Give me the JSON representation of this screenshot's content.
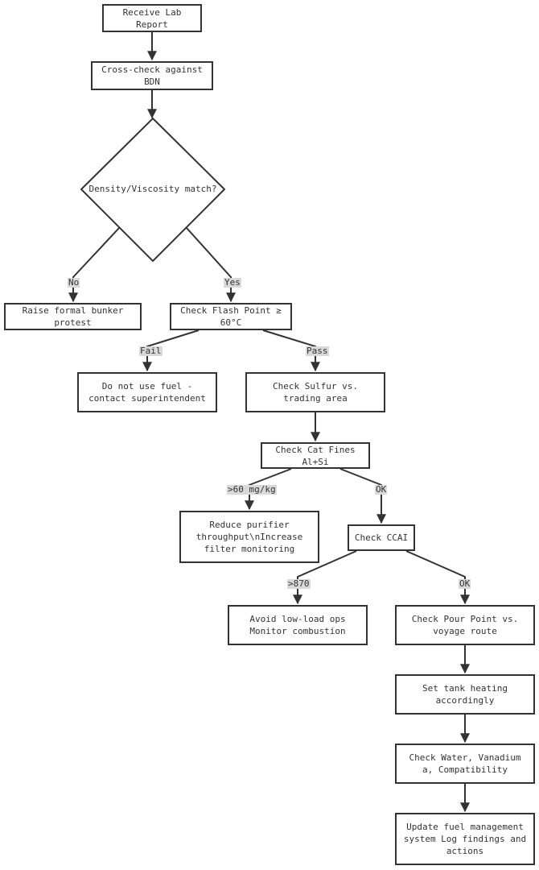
{
  "nodes": {
    "receive": "Receive Lab Report",
    "crosscheck": "Cross-check against BDN",
    "decision": "Density/Viscosity match?",
    "protest": "Raise formal bunker protest",
    "flash": "Check Flash Point ≥ 60°C",
    "donotuse": "Do not use fuel - contact superintendent",
    "sulfur": "Check Sulfur vs. trading area",
    "catfines": "Check Cat Fines Al+Si",
    "purifier": "Reduce purifier throughput\\nIncrease filter monitoring",
    "ccai": "Check CCAI",
    "lowload": "Avoid low-load ops Monitor combustion",
    "pourpoint": "Check Pour Point vs. voyage route",
    "tankheat": "Set tank heating accordingly",
    "water": "Check Water, Vanadium a, Compatibility",
    "update": "Update fuel management system Log findings and actions"
  },
  "edges": {
    "no": "No",
    "yes": "Yes",
    "fail": "Fail",
    "pass": "Pass",
    "catfines_high": ">60 mg/kg",
    "catfines_ok": "OK",
    "ccai_high": ">870",
    "ccai_ok": "OK"
  },
  "colors": {
    "stroke": "#333333",
    "label_bg": "#d9d9d9",
    "node_fill": "#ffffff"
  }
}
